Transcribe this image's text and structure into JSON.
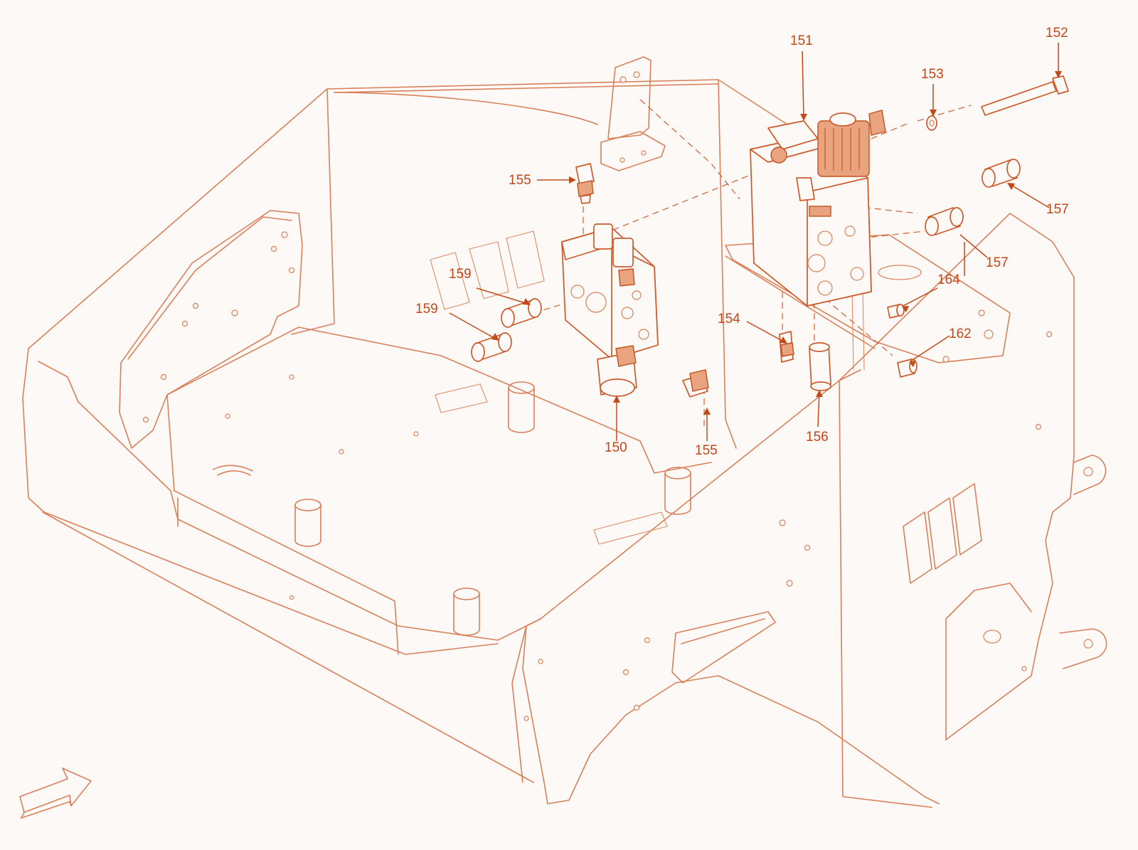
{
  "diagram": {
    "callouts": [
      {
        "id": "c151",
        "label": "151"
      },
      {
        "id": "c152",
        "label": "152"
      },
      {
        "id": "c153",
        "label": "153"
      },
      {
        "id": "c155a",
        "label": "155"
      },
      {
        "id": "c157a",
        "label": "157"
      },
      {
        "id": "c157b",
        "label": "157"
      },
      {
        "id": "c159a",
        "label": "159"
      },
      {
        "id": "c159b",
        "label": "159"
      },
      {
        "id": "c164",
        "label": "164"
      },
      {
        "id": "c154",
        "label": "154"
      },
      {
        "id": "c162",
        "label": "162"
      },
      {
        "id": "c150",
        "label": "150"
      },
      {
        "id": "c155b",
        "label": "155"
      },
      {
        "id": "c156",
        "label": "156"
      }
    ],
    "colors": {
      "line": "#d9805a",
      "part": "#cc5a2a",
      "callout": "#c2461a",
      "background": "#fdf9f6"
    }
  }
}
